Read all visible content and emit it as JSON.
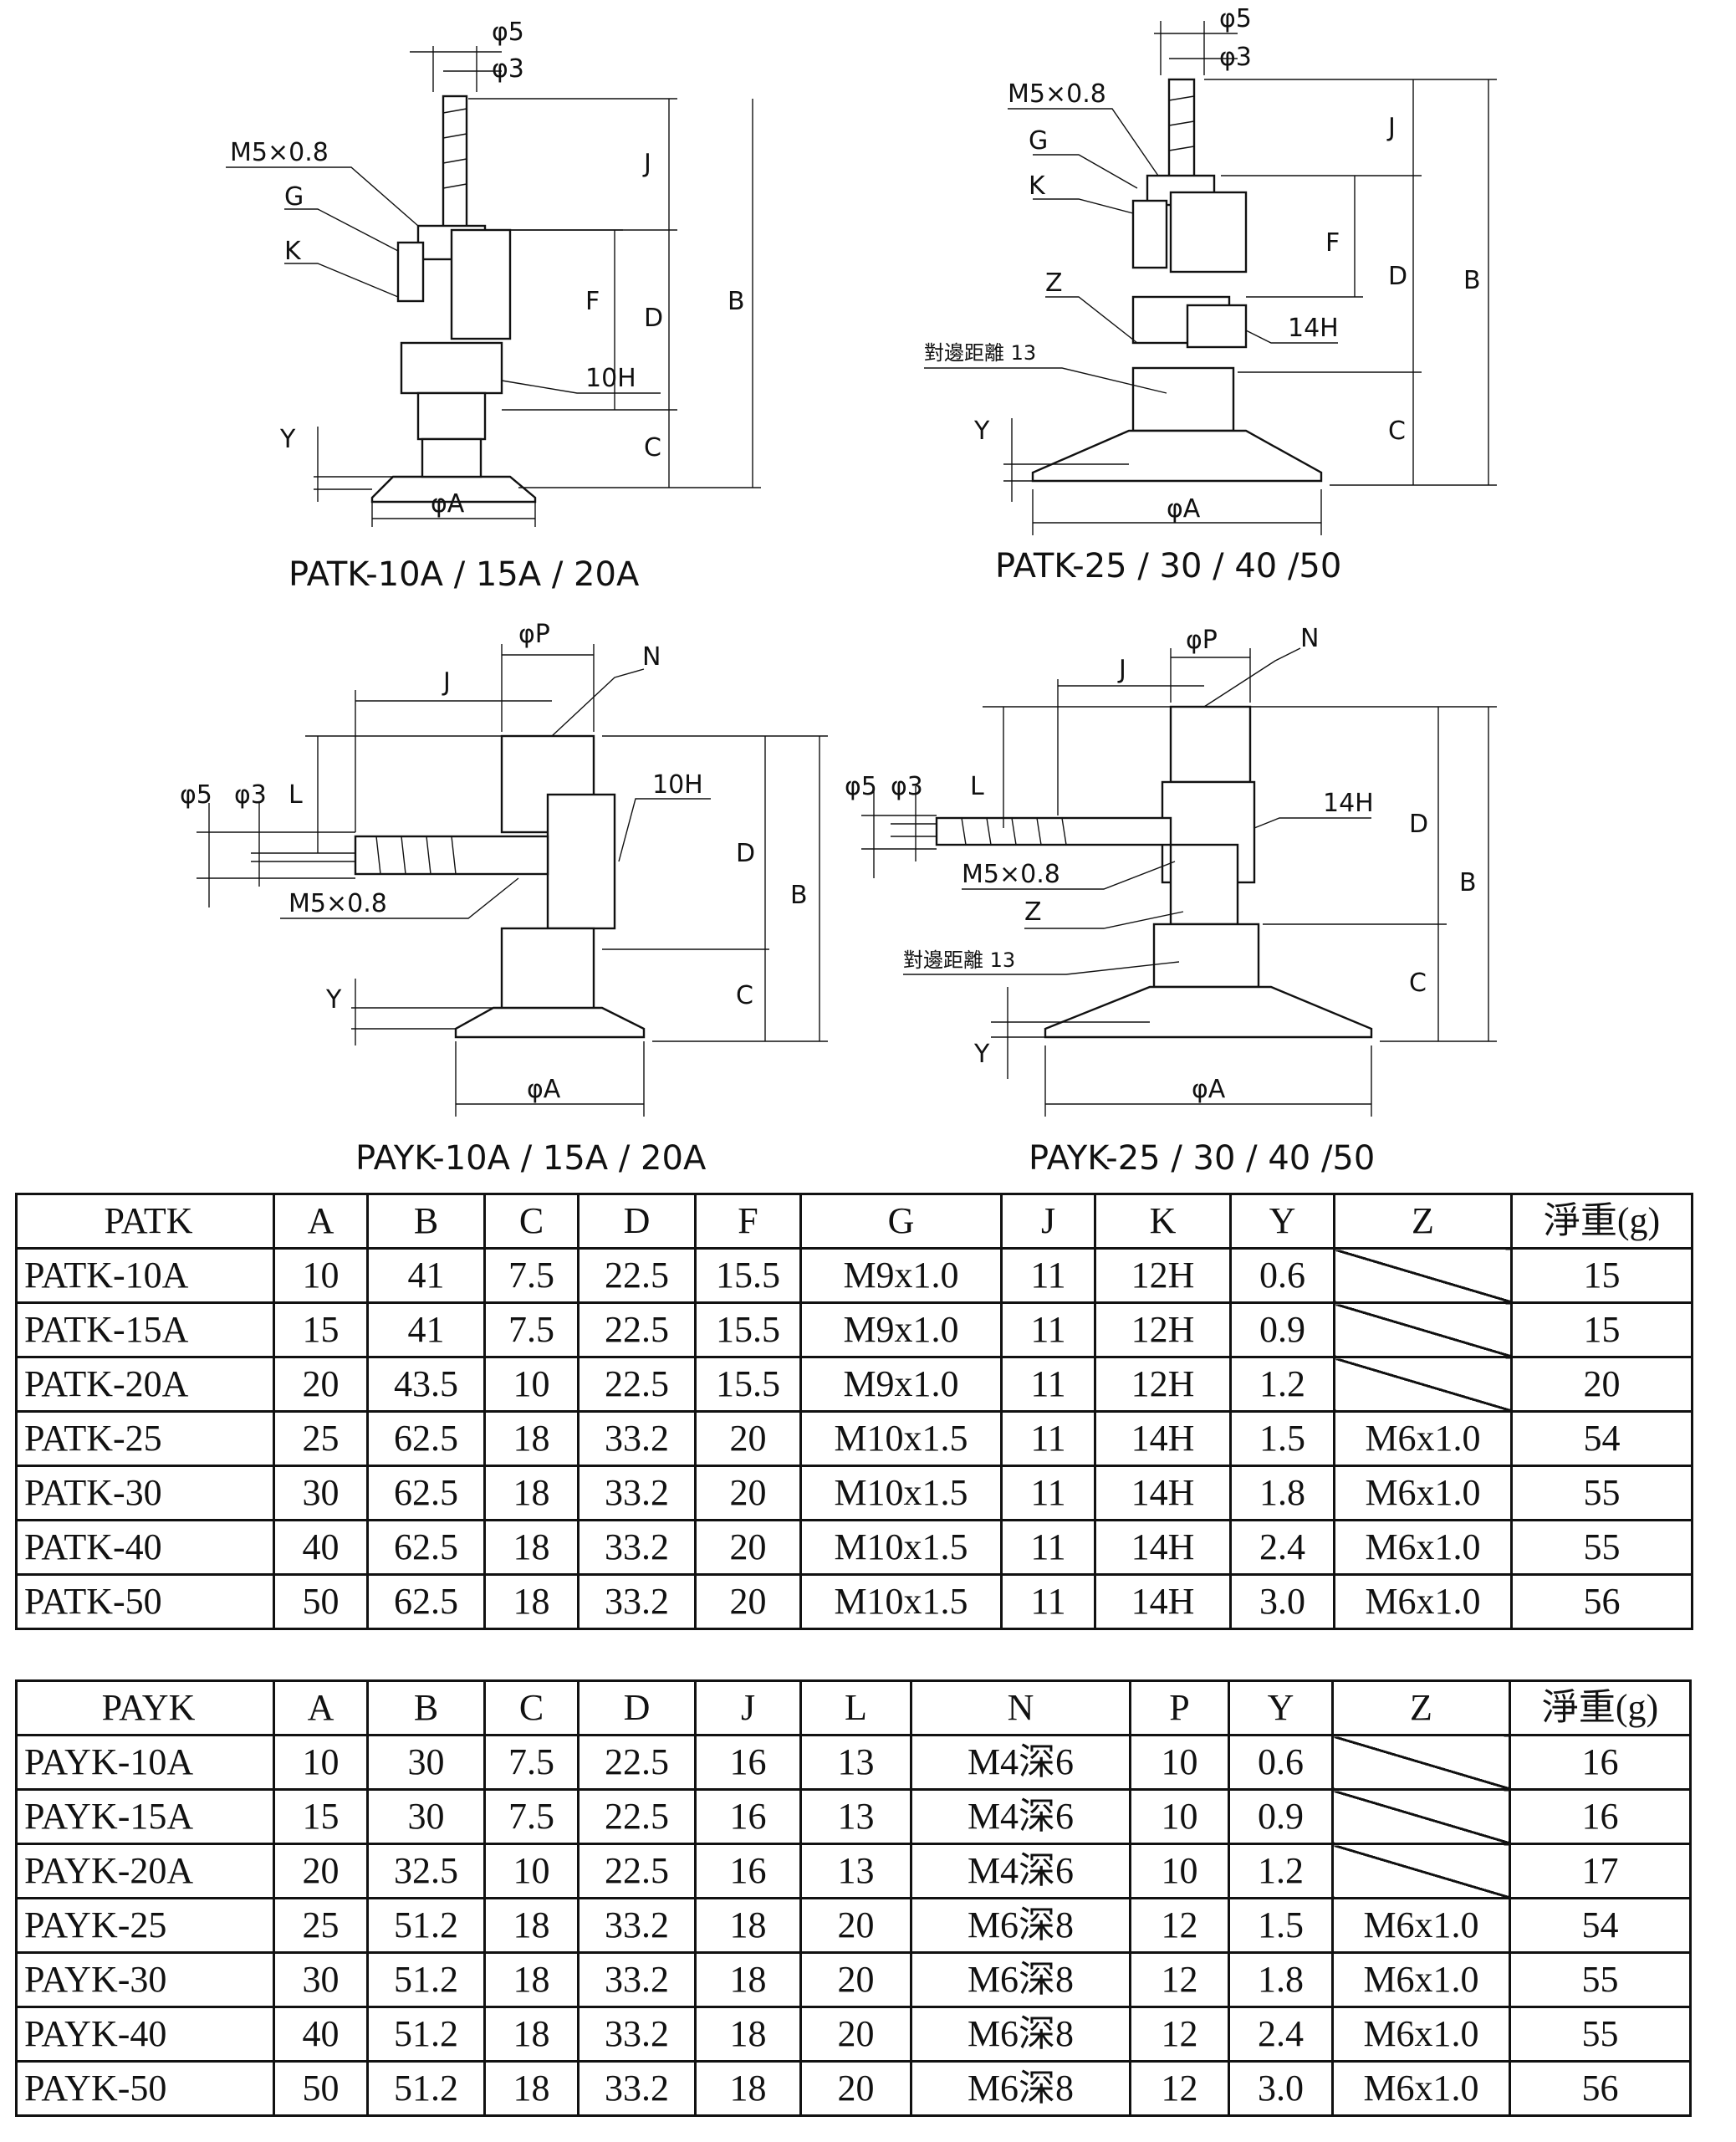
{
  "drawings": {
    "patk_small": {
      "caption": "PATK-10A / 15A / 20A",
      "labels": {
        "phi5": "φ5",
        "phi3": "φ3",
        "thread": "M5×0.8",
        "g": "G",
        "k": "K",
        "j": "J",
        "f": "F",
        "d": "D",
        "b": "B",
        "c": "C",
        "y": "Y",
        "hex": "10H",
        "phiA": "φA"
      }
    },
    "patk_large": {
      "caption": "PATK-25 / 30 / 40 /50",
      "labels": {
        "phi5": "φ5",
        "phi3": "φ3",
        "thread": "M5×0.8",
        "g": "G",
        "k": "K",
        "z": "Z",
        "across": "對邊距離 13",
        "j": "J",
        "f": "F",
        "d": "D",
        "b": "B",
        "c": "C",
        "y": "Y",
        "hex": "14H",
        "phiA": "φA"
      }
    },
    "payk_small": {
      "caption": "PAYK-10A / 15A / 20A",
      "labels": {
        "phiP": "φP",
        "n": "N",
        "j": "J",
        "l": "L",
        "phi5": "φ5",
        "phi3": "φ3",
        "hex": "10H",
        "thread": "M5×0.8",
        "d": "D",
        "b": "B",
        "c": "C",
        "y": "Y",
        "phiA": "φA"
      }
    },
    "payk_large": {
      "caption": "PAYK-25 / 30 / 40 /50",
      "labels": {
        "phiP": "φP",
        "n": "N",
        "j": "J",
        "l": "L",
        "phi5": "φ5",
        "phi3": "φ3",
        "hex": "14H",
        "thread": "M5×0.8",
        "z": "Z",
        "across": "對邊距離 13",
        "d": "D",
        "b": "B",
        "c": "C",
        "y": "Y",
        "phiA": "φA"
      }
    }
  },
  "patk_table": {
    "headers": [
      "PATK",
      "A",
      "B",
      "C",
      "D",
      "F",
      "G",
      "J",
      "K",
      "Y",
      "Z",
      "淨重(g)"
    ],
    "rows": [
      [
        "PATK-10A",
        "10",
        "41",
        "7.5",
        "22.5",
        "15.5",
        "M9x1.0",
        "11",
        "12H",
        "0.6",
        "",
        "15"
      ],
      [
        "PATK-15A",
        "15",
        "41",
        "7.5",
        "22.5",
        "15.5",
        "M9x1.0",
        "11",
        "12H",
        "0.9",
        "",
        "15"
      ],
      [
        "PATK-20A",
        "20",
        "43.5",
        "10",
        "22.5",
        "15.5",
        "M9x1.0",
        "11",
        "12H",
        "1.2",
        "",
        "20"
      ],
      [
        "PATK-25",
        "25",
        "62.5",
        "18",
        "33.2",
        "20",
        "M10x1.5",
        "11",
        "14H",
        "1.5",
        "M6x1.0",
        "54"
      ],
      [
        "PATK-30",
        "30",
        "62.5",
        "18",
        "33.2",
        "20",
        "M10x1.5",
        "11",
        "14H",
        "1.8",
        "M6x1.0",
        "55"
      ],
      [
        "PATK-40",
        "40",
        "62.5",
        "18",
        "33.2",
        "20",
        "M10x1.5",
        "11",
        "14H",
        "2.4",
        "M6x1.0",
        "55"
      ],
      [
        "PATK-50",
        "50",
        "62.5",
        "18",
        "33.2",
        "20",
        "M10x1.5",
        "11",
        "14H",
        "3.0",
        "M6x1.0",
        "56"
      ]
    ]
  },
  "payk_table": {
    "headers": [
      "PAYK",
      "A",
      "B",
      "C",
      "D",
      "J",
      "L",
      "N",
      "P",
      "Y",
      "Z",
      "淨重(g)"
    ],
    "rows": [
      [
        "PAYK-10A",
        "10",
        "30",
        "7.5",
        "22.5",
        "16",
        "13",
        "M4深6",
        "10",
        "0.6",
        "",
        "16"
      ],
      [
        "PAYK-15A",
        "15",
        "30",
        "7.5",
        "22.5",
        "16",
        "13",
        "M4深6",
        "10",
        "0.9",
        "",
        "16"
      ],
      [
        "PAYK-20A",
        "20",
        "32.5",
        "10",
        "22.5",
        "16",
        "13",
        "M4深6",
        "10",
        "1.2",
        "",
        "17"
      ],
      [
        "PAYK-25",
        "25",
        "51.2",
        "18",
        "33.2",
        "18",
        "20",
        "M6深8",
        "12",
        "1.5",
        "M6x1.0",
        "54"
      ],
      [
        "PAYK-30",
        "30",
        "51.2",
        "18",
        "33.2",
        "18",
        "20",
        "M6深8",
        "12",
        "1.8",
        "M6x1.0",
        "55"
      ],
      [
        "PAYK-40",
        "40",
        "51.2",
        "18",
        "33.2",
        "18",
        "20",
        "M6深8",
        "12",
        "2.4",
        "M6x1.0",
        "55"
      ],
      [
        "PAYK-50",
        "50",
        "51.2",
        "18",
        "33.2",
        "18",
        "20",
        "M6深8",
        "12",
        "3.0",
        "M6x1.0",
        "56"
      ]
    ]
  }
}
